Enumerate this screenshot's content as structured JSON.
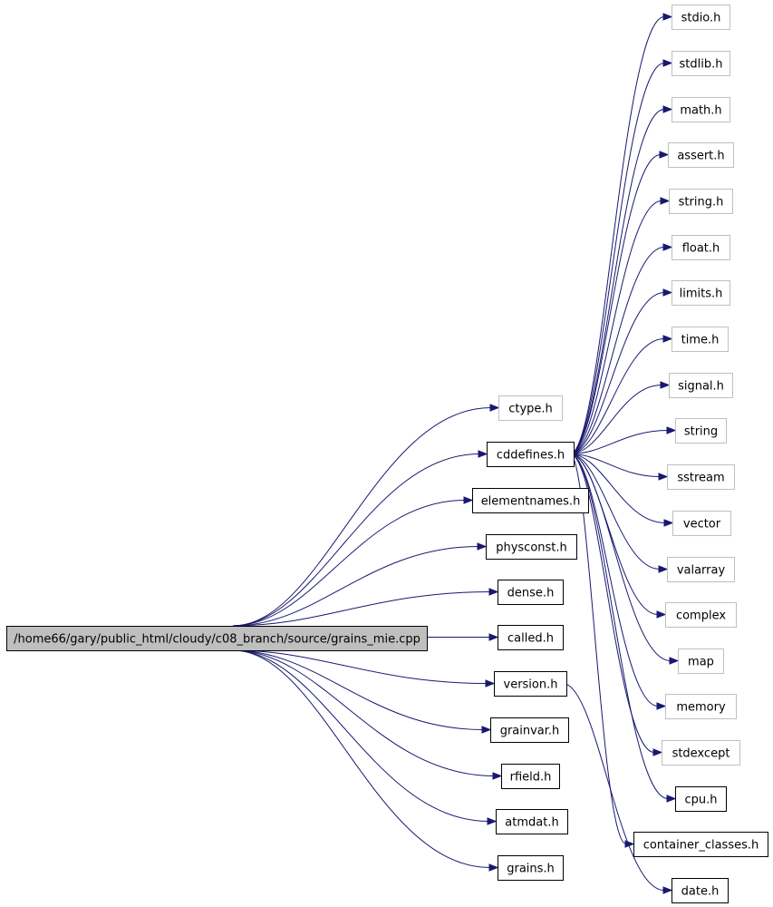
{
  "colors": {
    "edge": "#191970",
    "root_fill": "#bfbfbf",
    "external_border": "#bfbfbf",
    "local_border": "#000000"
  },
  "nodes": {
    "root": "/home66/gary/public_html/cloudy/c08_branch/source/grains_mie.cpp",
    "ctype": "ctype.h",
    "cddefines": "cddefines.h",
    "elementnames": "elementnames.h",
    "physconst": "physconst.h",
    "dense": "dense.h",
    "called": "called.h",
    "version": "version.h",
    "grainvar": "grainvar.h",
    "rfield": "rfield.h",
    "atmdat": "atmdat.h",
    "grains": "grains.h",
    "stdio": "stdio.h",
    "stdlib": "stdlib.h",
    "math": "math.h",
    "assert": "assert.h",
    "string_h": "string.h",
    "float": "float.h",
    "limits": "limits.h",
    "time": "time.h",
    "signal": "signal.h",
    "string": "string",
    "sstream": "sstream",
    "vector": "vector",
    "valarray": "valarray",
    "complex": "complex",
    "map": "map",
    "memory": "memory",
    "stdexcept": "stdexcept",
    "cpu": "cpu.h",
    "container_classes": "container_classes.h",
    "date": "date.h"
  },
  "edges": [
    [
      "root",
      "ctype"
    ],
    [
      "root",
      "cddefines"
    ],
    [
      "root",
      "elementnames"
    ],
    [
      "root",
      "physconst"
    ],
    [
      "root",
      "dense"
    ],
    [
      "root",
      "called"
    ],
    [
      "root",
      "version"
    ],
    [
      "root",
      "grainvar"
    ],
    [
      "root",
      "rfield"
    ],
    [
      "root",
      "atmdat"
    ],
    [
      "root",
      "grains"
    ],
    [
      "cddefines",
      "stdio"
    ],
    [
      "cddefines",
      "stdlib"
    ],
    [
      "cddefines",
      "math"
    ],
    [
      "cddefines",
      "assert"
    ],
    [
      "cddefines",
      "string_h"
    ],
    [
      "cddefines",
      "float"
    ],
    [
      "cddefines",
      "limits"
    ],
    [
      "cddefines",
      "time"
    ],
    [
      "cddefines",
      "signal"
    ],
    [
      "cddefines",
      "string"
    ],
    [
      "cddefines",
      "sstream"
    ],
    [
      "cddefines",
      "vector"
    ],
    [
      "cddefines",
      "valarray"
    ],
    [
      "cddefines",
      "complex"
    ],
    [
      "cddefines",
      "map"
    ],
    [
      "cddefines",
      "memory"
    ],
    [
      "cddefines",
      "stdexcept"
    ],
    [
      "cddefines",
      "cpu"
    ],
    [
      "cddefines",
      "container_classes"
    ],
    [
      "version",
      "date"
    ]
  ]
}
